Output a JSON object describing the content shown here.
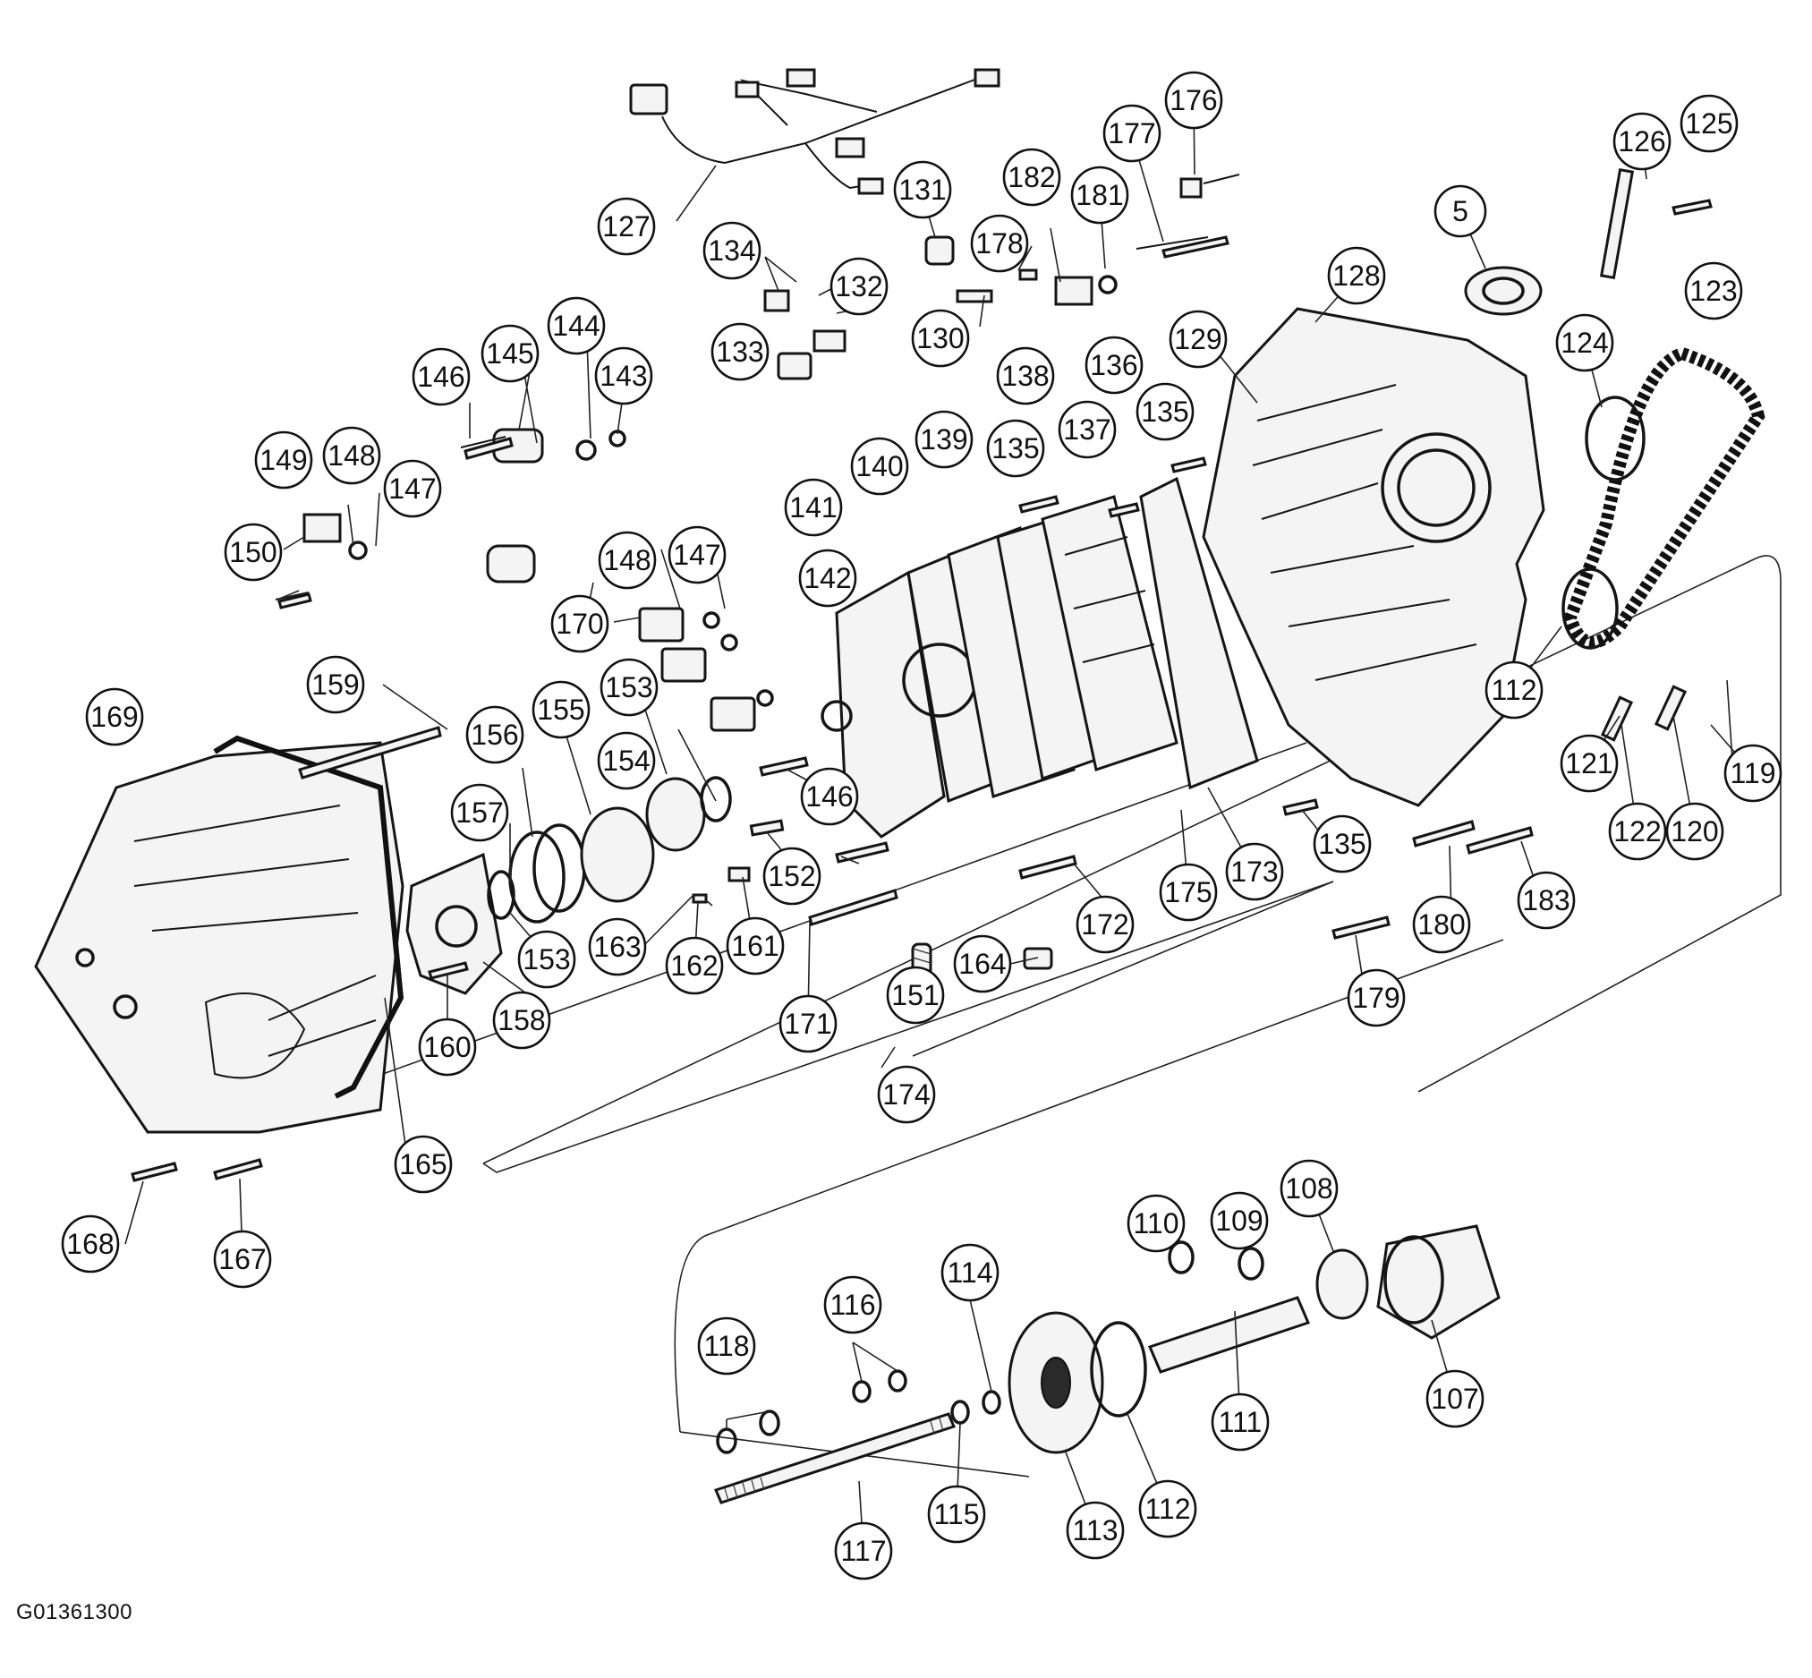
{
  "drawing_code": "G01361300",
  "callouts": [
    "5",
    "107",
    "108",
    "109",
    "110",
    "111",
    "112",
    "112",
    "113",
    "114",
    "115",
    "116",
    "117",
    "118",
    "119",
    "120",
    "121",
    "122",
    "123",
    "124",
    "125",
    "126",
    "127",
    "128",
    "129",
    "130",
    "131",
    "132",
    "133",
    "134",
    "135",
    "135",
    "135",
    "136",
    "137",
    "138",
    "139",
    "140",
    "141",
    "142",
    "143",
    "144",
    "145",
    "146",
    "146",
    "147",
    "147",
    "148",
    "148",
    "149",
    "150",
    "151",
    "152",
    "153",
    "153",
    "154",
    "155",
    "156",
    "157",
    "158",
    "159",
    "160",
    "161",
    "162",
    "163",
    "164",
    "165",
    "167",
    "168",
    "169",
    "170",
    "171",
    "172",
    "173",
    "174",
    "175",
    "176",
    "177",
    "178",
    "179",
    "180",
    "181",
    "182",
    "183"
  ]
}
